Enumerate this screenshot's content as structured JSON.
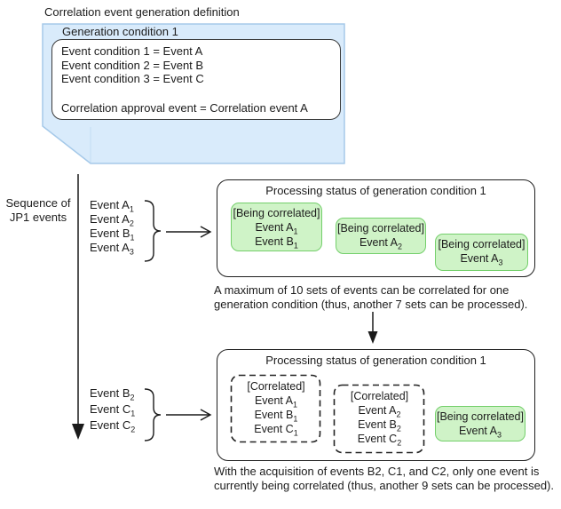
{
  "diagram_title": "Correlation event generation definition",
  "callout": {
    "header": "Generation condition 1",
    "conditions": [
      "Event condition 1 = Event A",
      "Event condition 2 = Event B",
      "Event condition 3 = Event C"
    ],
    "approval": "Correlation approval event = Correlation event A"
  },
  "sequence_label": {
    "line1": "Sequence of",
    "line2": "JP1 events"
  },
  "incoming_events_1": [
    {
      "name": "Event A",
      "sub": "1"
    },
    {
      "name": "Event A",
      "sub": "2"
    },
    {
      "name": "Event B",
      "sub": "1"
    },
    {
      "name": "Event A",
      "sub": "3"
    }
  ],
  "incoming_events_2": [
    {
      "name": "Event B",
      "sub": "2"
    },
    {
      "name": "Event C",
      "sub": "1"
    },
    {
      "name": "Event C",
      "sub": "2"
    }
  ],
  "box1": {
    "title": "Processing status of generation condition 1",
    "cells": [
      {
        "status": "[Being correlated]",
        "events": [
          {
            "name": "Event A",
            "sub": "1"
          },
          {
            "name": "Event B",
            "sub": "1"
          }
        ]
      },
      {
        "status": "[Being correlated]",
        "events": [
          {
            "name": "Event A",
            "sub": "2"
          }
        ]
      },
      {
        "status": "[Being correlated]",
        "events": [
          {
            "name": "Event A",
            "sub": "3"
          }
        ]
      }
    ],
    "caption": "A maximum of 10 sets of events can be correlated for one generation condition (thus, another 7 sets can be processed)."
  },
  "box2": {
    "title": "Processing status of generation condition 1",
    "cells": [
      {
        "status": "[Correlated]",
        "events": [
          {
            "name": "Event A",
            "sub": "1"
          },
          {
            "name": "Event B",
            "sub": "1"
          },
          {
            "name": "Event C",
            "sub": "1"
          }
        ]
      },
      {
        "status": "[Correlated]",
        "events": [
          {
            "name": "Event A",
            "sub": "2"
          },
          {
            "name": "Event B",
            "sub": "2"
          },
          {
            "name": "Event C",
            "sub": "2"
          }
        ]
      },
      {
        "status": "[Being correlated]",
        "events": [
          {
            "name": "Event A",
            "sub": "3"
          }
        ]
      }
    ],
    "caption": "With the acquisition of events B2, C1, and C2, only one event is currently being correlated (thus, another 9 sets can be processed)."
  },
  "colors": {
    "callout_fill": "#d9ebfb",
    "callout_border": "#a5c9e9",
    "green_fill": "#cff3c7",
    "green_border": "#74cf6b",
    "line_color": "#1a1a1a"
  }
}
